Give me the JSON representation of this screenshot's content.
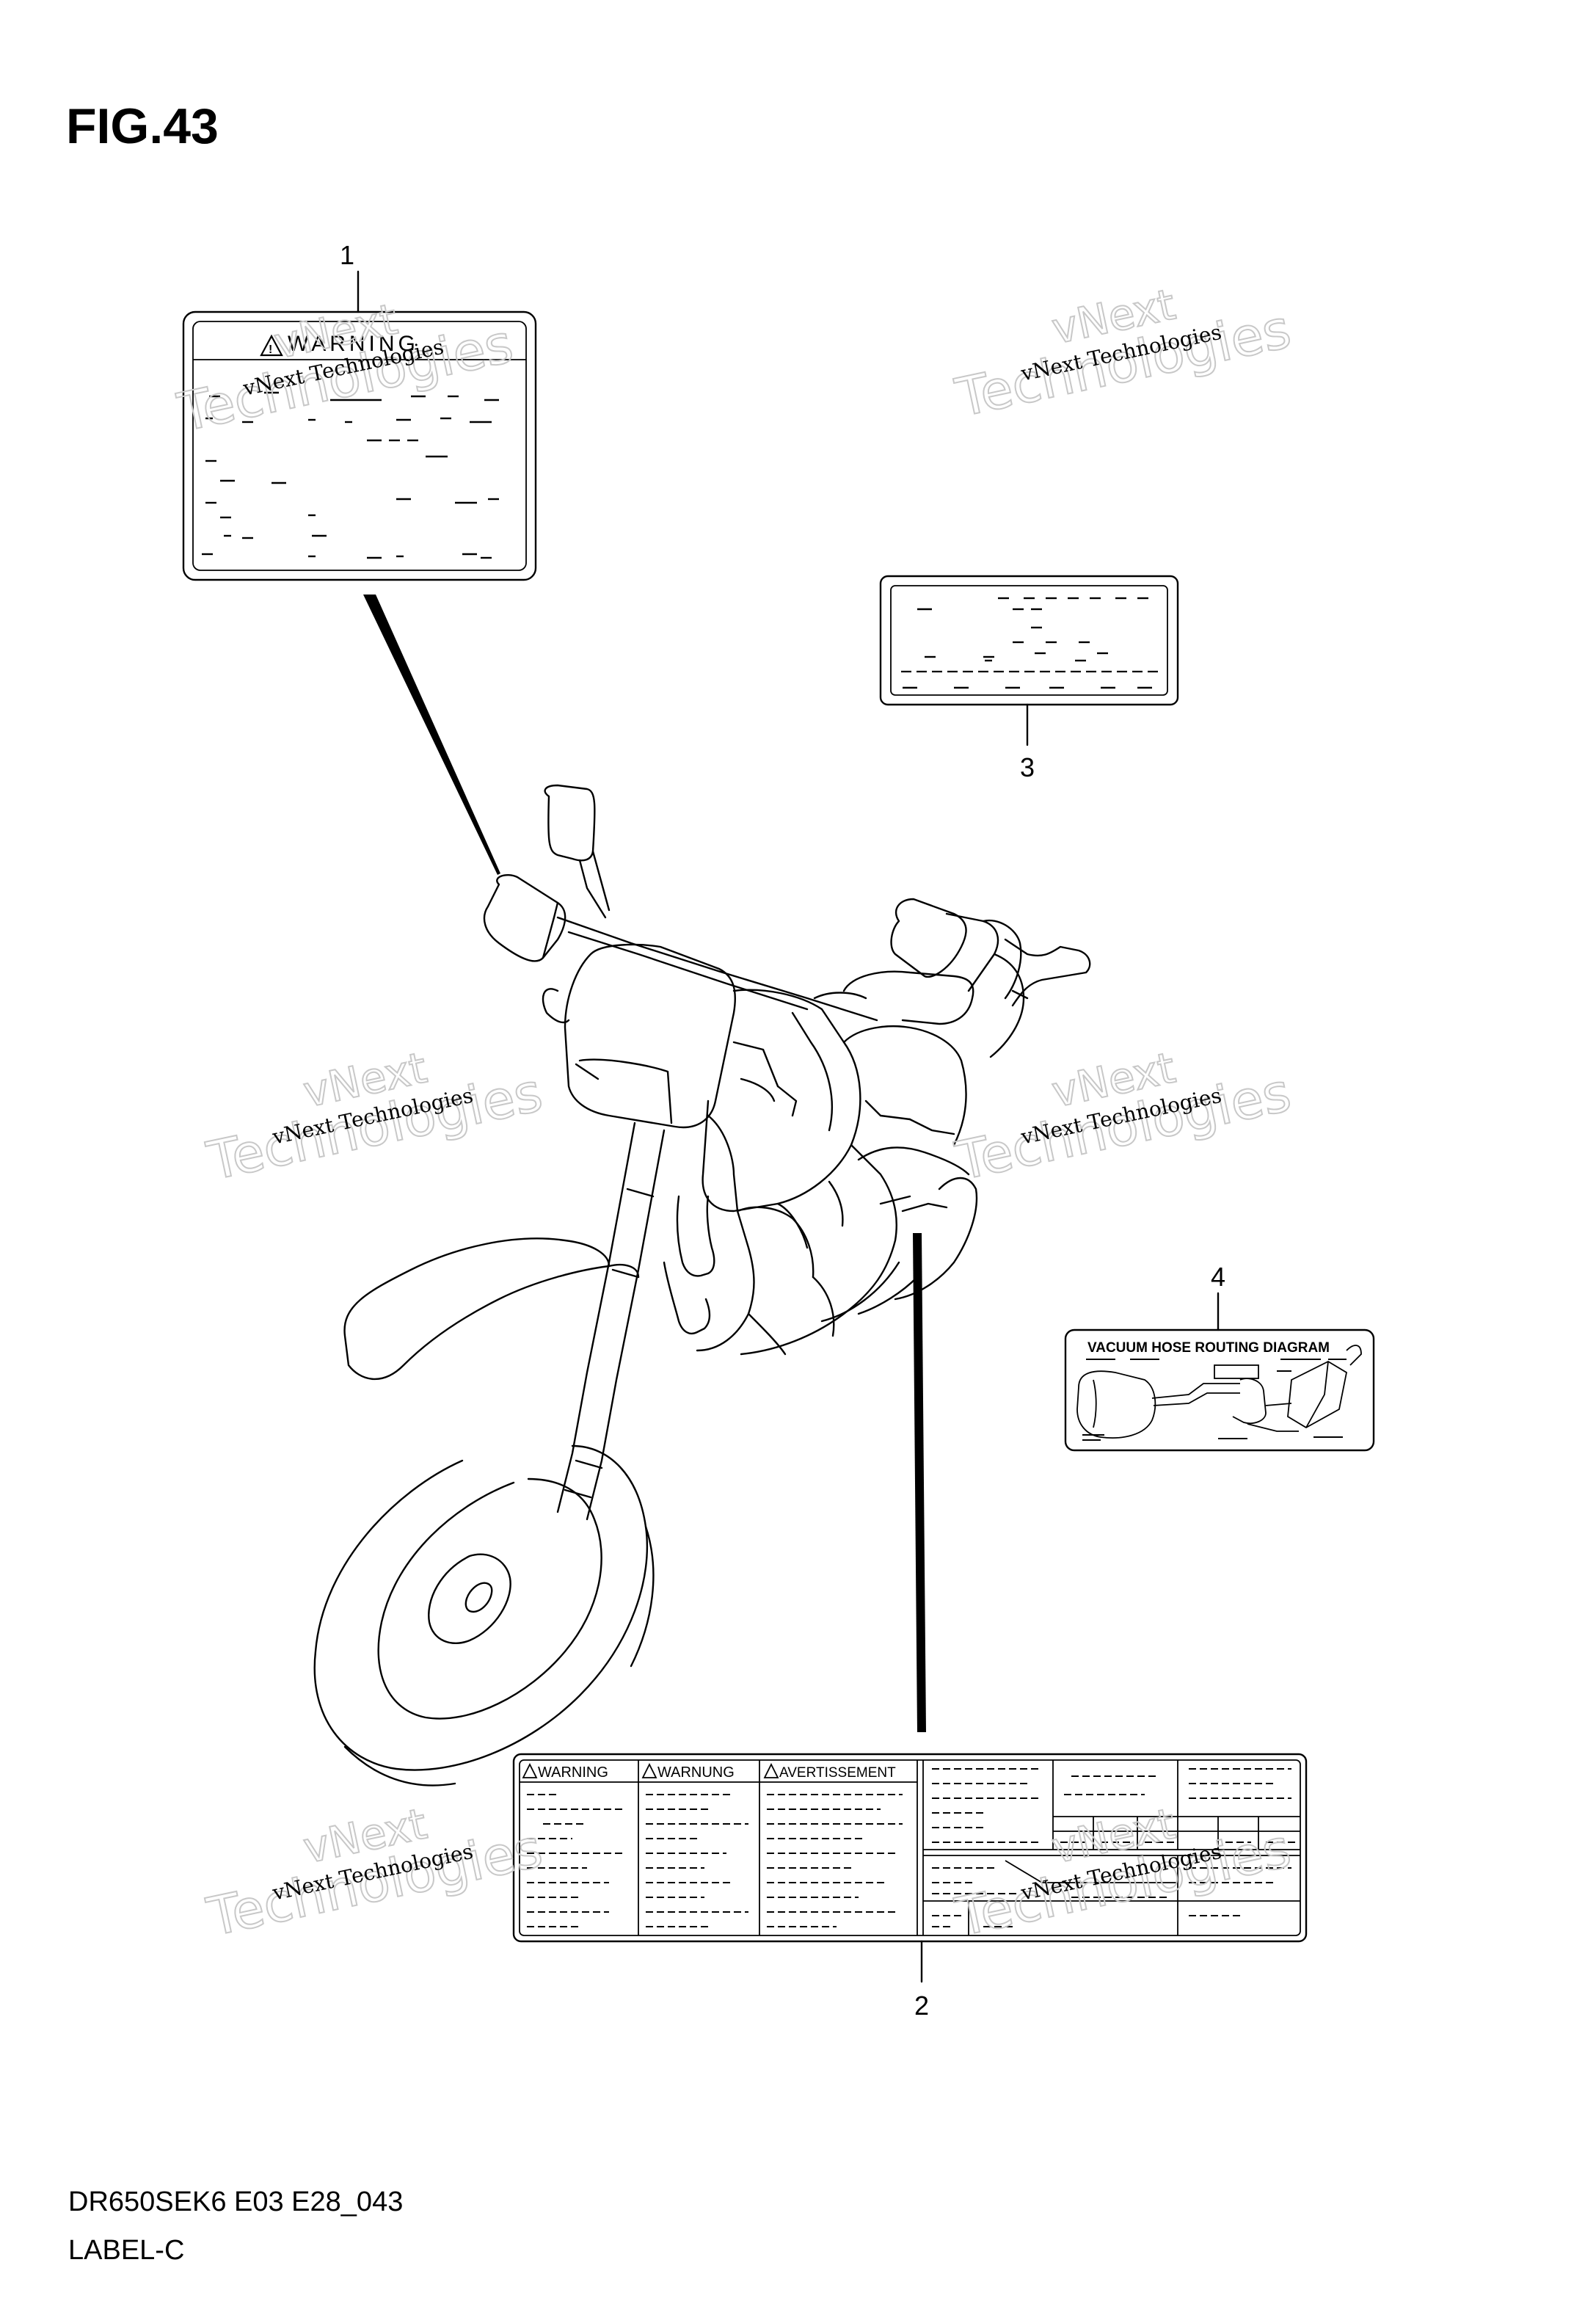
{
  "figure": {
    "title": "FIG.43",
    "model_code": "DR650SEK6 E03 E28_043",
    "section": "LABEL-C"
  },
  "callouts": [
    "1",
    "2",
    "3",
    "4"
  ],
  "label1": {
    "heading": "WARNING"
  },
  "label2": {
    "headings": [
      "WARNING",
      "WARNUNG",
      "AVERTISSEMENT"
    ]
  },
  "label4": {
    "heading": "VACUUM HOSE ROUTING DIAGRAM"
  },
  "watermark": {
    "line1": "vNext",
    "line2": "Technologies",
    "small": "vNext Technologies"
  },
  "icons": [
    "warning-triangle-icon"
  ]
}
